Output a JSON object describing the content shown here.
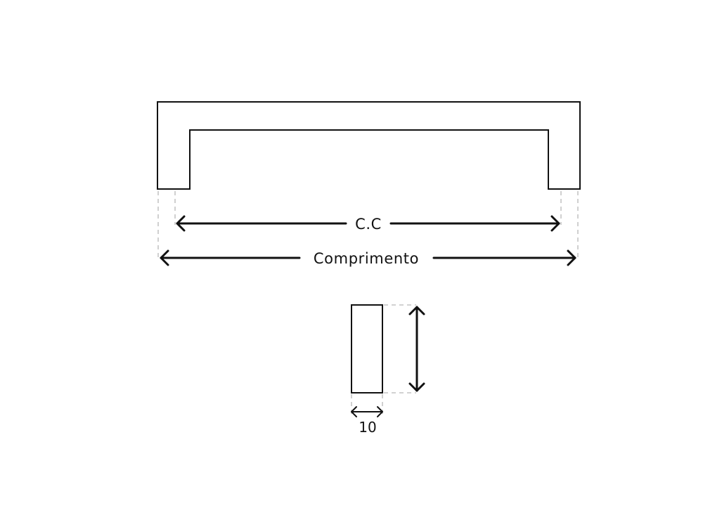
{
  "labels": {
    "cc": "C.C",
    "length": "Comprimento",
    "width": "10"
  },
  "colors": {
    "outline": "#111111",
    "extension_lines": "#c4c4c4",
    "background": "#ffffff"
  }
}
